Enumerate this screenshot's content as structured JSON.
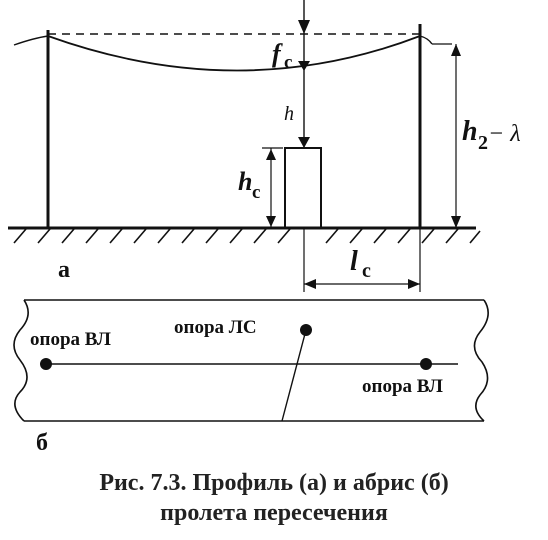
{
  "profile": {
    "part_label": "а",
    "sag_label": {
      "main": "f",
      "sub": "c"
    },
    "clearance_label": "h",
    "obstacle_height_label": {
      "main": "h",
      "sub": "c"
    },
    "height_formula": {
      "main": "h",
      "sub": "2",
      "rest": " − λ"
    },
    "distance_label": {
      "main": "l",
      "sub": "c"
    }
  },
  "plan": {
    "part_label": "б",
    "left_support_label": "опора ВЛ",
    "comm_support_label": "опора ЛС",
    "right_support_label": "опора ВЛ"
  },
  "caption": {
    "line1": "Рис. 7.3. Профиль (а) и абрис (б)",
    "line2": "пролета пересечения"
  },
  "colors": {
    "ink": "#111111",
    "background": "#ffffff"
  }
}
